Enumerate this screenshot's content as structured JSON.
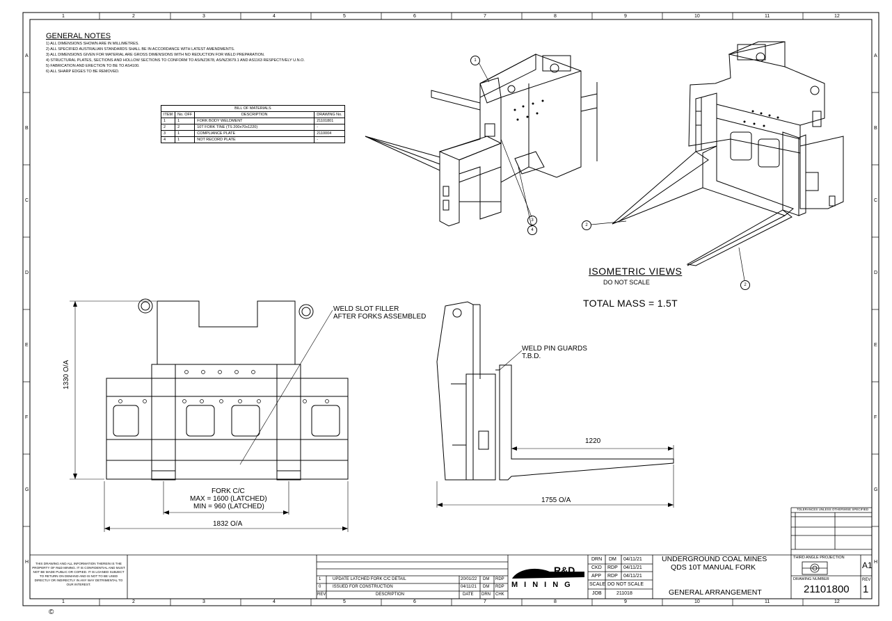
{
  "general_notes": {
    "title": "GENERAL NOTES",
    "items": [
      "1) ALL DIMENSIONS SHOWN ARE IN MILLIMETRES.",
      "2) ALL SPECIFIED AUSTRALIAN STANDARDS SHALL BE IN ACCORDANCE WITH LATEST AMENDMENTS.",
      "3) ALL DIMENSIONS GIVEN FOR MATERIAL ARE GROSS DIMENSIONS WITH NO REDUCTION FOR WELD PREPARATION.",
      "4) STRUCTURAL PLATES, SECTIONS AND HOLLOW SECTIONS TO CONFORM TO AS/NZ3678, AS/NZ3679.1 AND AS1163 RESPECTIVELY U.N.O.",
      "5) FABRICATION AND ERECTION TO BE TO AS4100.",
      "6) ALL SHARP EDGES TO BE REMOVED."
    ]
  },
  "bom": {
    "title": "BILL OF MATERIALS",
    "headers": [
      "ITEM",
      "No. OFF",
      "DESCRIPTION",
      "DRAWING No."
    ],
    "rows": [
      [
        "1",
        "1",
        "FORK BODY WELDMENT",
        "21101801"
      ],
      [
        "2",
        "2",
        "10T FORK TINE (TS 200x70x1220)",
        "-"
      ],
      [
        "3",
        "1",
        "COMPLIANCE PLATE",
        "2110004"
      ],
      [
        "4",
        "1",
        "NOT RECORD PLATE",
        "-"
      ]
    ]
  },
  "views": {
    "iso_title": "ISOMETRIC VIEWS",
    "iso_sub": "DO NOT SCALE",
    "total_mass": "TOTAL MASS = 1.5T",
    "weld_slot": [
      "WELD SLOT FILLER",
      "AFTER FORKS ASSEMBLED"
    ],
    "weld_pin": [
      "WELD PIN GUARDS",
      "T.B.D."
    ],
    "fork_cc": [
      "FORK C/C",
      "MAX = 1600 (LATCHED)",
      "MIN = 960 (LATCHED)"
    ],
    "dim_1832": "1832 O/A",
    "dim_1330": "1330 O/A",
    "dim_1220": "1220",
    "dim_1755": "1755 O/A",
    "balloons": [
      "1",
      "2",
      "2",
      "3",
      "4"
    ]
  },
  "border": {
    "cols": [
      "1",
      "2",
      "3",
      "4",
      "5",
      "6",
      "7",
      "8",
      "9",
      "10",
      "11",
      "12"
    ],
    "rows": [
      "A",
      "B",
      "C",
      "D",
      "E",
      "F",
      "G",
      "H"
    ]
  },
  "title_block": {
    "disclaimer": "THIS DRAWING AND ALL INFORMATION THEREIN IS THE PROPERTY OF R&D MINING. IT IS CONFIDENTIAL AND MUST NOT BE MADE PUBLIC OR COPIED. IT IS LOANED SUBJECT TO RETURN ON DEMAND AND IS NOT TO BE USED DIRECTLY OR INDIRECTLY IN ANY WAY DETRIMENTAL TO OUR INTEREST.",
    "revisions": [
      {
        "rev": "1",
        "desc": "UPDATE LATCHED FORK C/C DETAIL",
        "date": "20/01/22",
        "drn": "DM",
        "chk": "RDP"
      },
      {
        "rev": "0",
        "desc": "ISSUED FOR CONSTRUCTION",
        "date": "04/11/21",
        "drn": "DM",
        "chk": "RDP"
      }
    ],
    "rev_headers": [
      "REV",
      "DESCRIPTION",
      "DATE",
      "DRN",
      "CHK"
    ],
    "logo_top": "R&D",
    "logo_bottom": "MINING",
    "approvals": [
      {
        "role": "DRN",
        "who": "DM",
        "date": "04/11/21"
      },
      {
        "role": "CKD",
        "who": "RDP",
        "date": "04/11/21"
      },
      {
        "role": "APP",
        "who": "RDP",
        "date": "04/11/21"
      }
    ],
    "scale_label": "SCALE",
    "scale_value": "DO NOT SCALE",
    "job_label": "JOB",
    "job_value": "211018",
    "title_1": "UNDERGROUND COAL MINES",
    "title_2": "QDS 10T MANUAL FORK",
    "title_3": "GENERAL ARRANGEMENT",
    "projection": "THIRD ANGLE PROJECTION",
    "sheet_size": "A1",
    "drawing_number_label": "DRAWING NUMBER",
    "drawing_number": "21101800",
    "rev_label": "REV",
    "rev_value": "1",
    "tolerance_title": "TOLERANCES UNLESS OTHERWISE SPECIFIED",
    "copyright": "©"
  }
}
